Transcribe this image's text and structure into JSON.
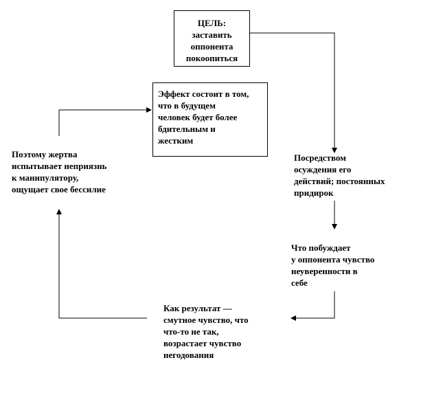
{
  "diagram": {
    "goal_box": {
      "lines": [
        "ЦЕЛЬ:",
        "заставить",
        "оппонента",
        "покоопиться"
      ]
    },
    "effect_box": {
      "lines": [
        "Эффект состоит в том,",
        "что в будущем",
        "человек будет более",
        "бдительным и",
        "жестким"
      ]
    },
    "means_text": {
      "lines": [
        "Посредством",
        "осуждения его",
        "действий; постоянных",
        "придирок"
      ]
    },
    "insecurity_text": {
      "lines": [
        "Что побуждает",
        "у оппонента чувство",
        "неуверенности в",
        "себе"
      ]
    },
    "result_text": {
      "lines": [
        "Как результат —",
        "смутное чувство, что",
        "что-то не так,",
        "возрастает чувство",
        "негодования"
      ]
    },
    "victim_text": {
      "lines": [
        "Поэтому жертва",
        "испытывает неприязнь",
        "к манипулятору,",
        "ощущает свое бессилие"
      ]
    },
    "colors": {
      "line": "#000000",
      "text": "#000000",
      "background": "#ffffff"
    }
  }
}
